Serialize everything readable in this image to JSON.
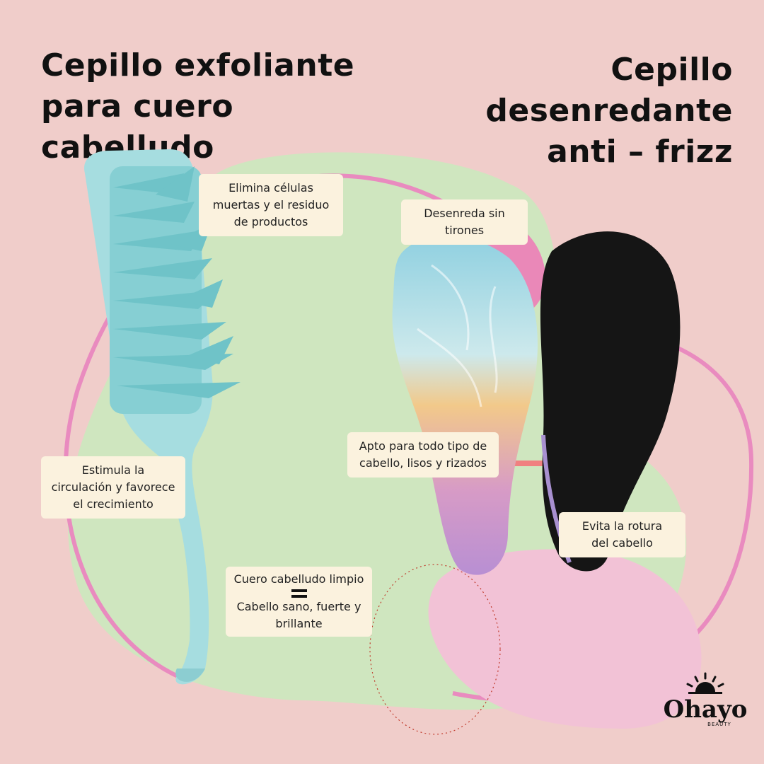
{
  "titles": {
    "left": [
      "Cepillo exfoliante",
      "para cuero cabelludo"
    ],
    "right": [
      "Cepillo desenredante",
      "anti – frizz"
    ]
  },
  "labels": {
    "elimina": [
      "Elimina células",
      "muertas y el residuo",
      "de productos"
    ],
    "estimula": [
      "Estimula la",
      "circulación y favorece",
      "el crecimiento"
    ],
    "cuero_top": "Cuero cabelludo  limpio",
    "cuero_bottom": [
      "Cabello sano, fuerte y",
      "brillante"
    ],
    "desenreda": [
      "Desenreda sin",
      "tirones"
    ],
    "apto": [
      "Apto para todo tipo de",
      "cabello, lisos y rizados"
    ],
    "evita": [
      "Evita la rotura",
      "del cabello"
    ]
  },
  "logo": {
    "name": "Ohayo",
    "sub": "BEAUTY",
    "icon": "sunrise-icon"
  },
  "colors": {
    "background": "#f0cdca",
    "green_blob": "#cfe6bf",
    "pink_line": "#e98bbf",
    "pink_blob": "#f2c2d6",
    "label_bg": "#fbf2de",
    "scalp_brush": "#9fd8dc",
    "detangler_bristles": "#111111"
  }
}
